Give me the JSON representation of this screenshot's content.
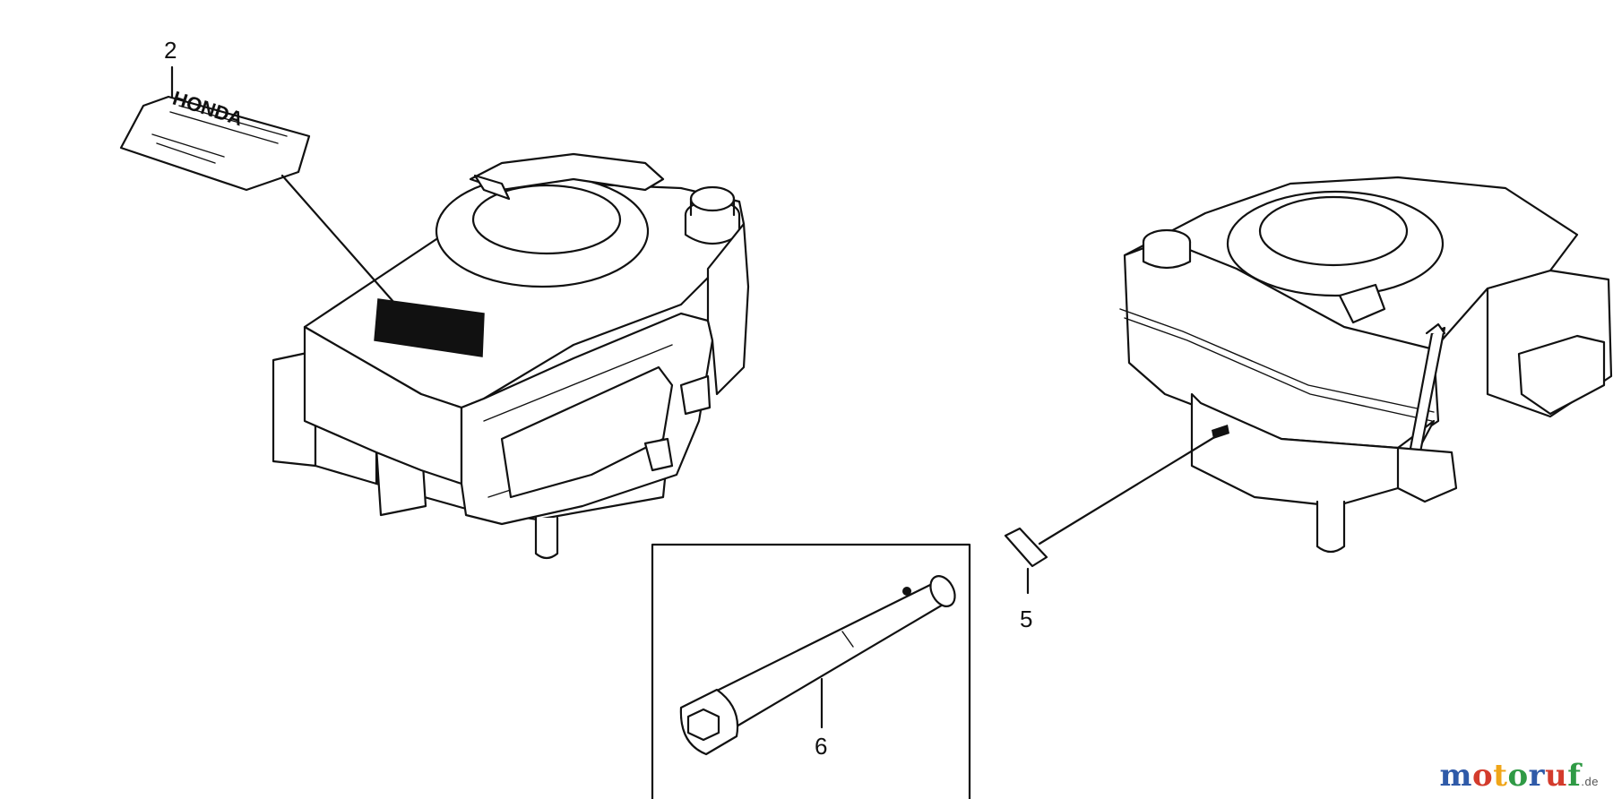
{
  "diagram": {
    "callouts": [
      {
        "id": "2",
        "label": "2",
        "part": "emblem-label"
      },
      {
        "id": "5",
        "label": "5",
        "part": "small-label"
      },
      {
        "id": "6",
        "label": "6",
        "part": "spark-plug-wrench"
      }
    ],
    "label_text": "HONDA",
    "watermark": {
      "text": "motoruf",
      "tld": ".de",
      "colors": [
        "#2f5aa8",
        "#d33b2c",
        "#f0a518",
        "#2f9a45",
        "#2f5aa8",
        "#d33b2c",
        "#2f9a45"
      ]
    }
  }
}
